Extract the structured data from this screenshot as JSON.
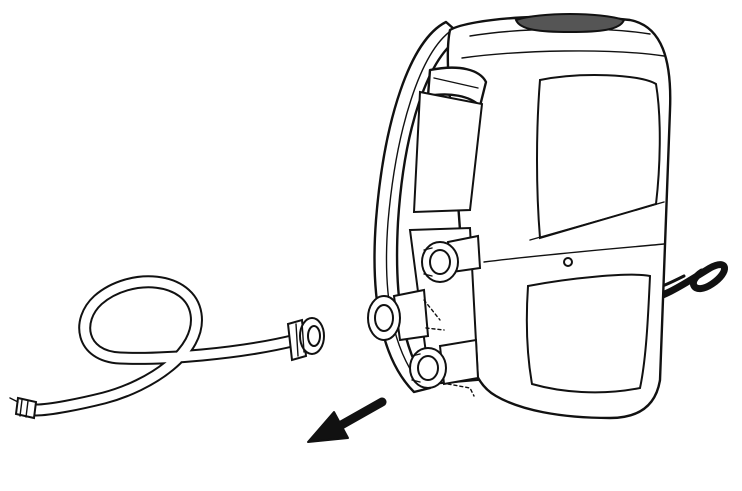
{
  "diagram": {
    "type": "line-drawing",
    "parts": [
      "pump-unit",
      "top-cap",
      "control-cover",
      "front-panel-upper",
      "front-panel-lower",
      "side-handle",
      "power-cord",
      "inlet-connector-upper",
      "inlet-connector-lower",
      "outlet-connector",
      "hose",
      "hose-nut-fitting",
      "hose-end-tip",
      "direction-arrow"
    ],
    "colors": {
      "line": "#111111",
      "background": "#ffffff",
      "top_cap": "#555555",
      "cord": "#111111",
      "arrow": "#111111"
    },
    "arrow_direction": "down-left"
  }
}
